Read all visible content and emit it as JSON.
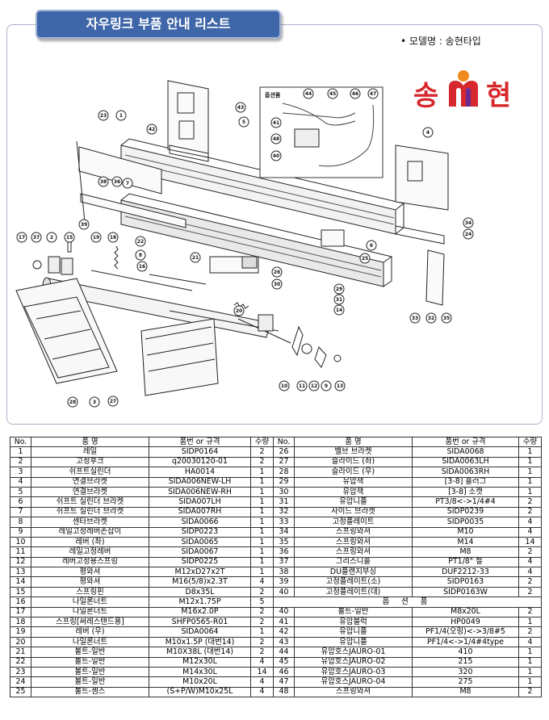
{
  "header": {
    "title": "자우링크 부품 안내 리스트",
    "model": "• 모델명 : 송현타입"
  },
  "logo": {
    "chars": [
      "송",
      "현"
    ],
    "colors": {
      "red": "#d6282d",
      "orange": "#f08a1c",
      "purple": "#6a2c91"
    }
  },
  "diagram": {
    "option_label": "옵션품",
    "callouts": [
      "1",
      "2",
      "3",
      "4",
      "5",
      "6",
      "7",
      "8",
      "9",
      "10",
      "11",
      "12",
      "13",
      "14",
      "15",
      "16",
      "17",
      "18",
      "19",
      "20",
      "21",
      "22",
      "23",
      "24",
      "25",
      "26",
      "27",
      "28",
      "29",
      "30",
      "31",
      "32",
      "33",
      "34",
      "35",
      "36",
      "37",
      "38",
      "39",
      "40",
      "41",
      "42",
      "43",
      "44",
      "45",
      "46",
      "47",
      "48"
    ]
  },
  "table": {
    "headers": [
      "No.",
      "품 명",
      "품번 or 규격",
      "수량",
      "No.",
      "품 명",
      "품번 or 규격",
      "수량"
    ],
    "left_rows": [
      [
        "1",
        "레일",
        "SIDP0164",
        "2"
      ],
      [
        "2",
        "고정후크",
        "q20030120-01",
        "2"
      ],
      [
        "3",
        "쉬프트실린더",
        "HA0014",
        "1"
      ],
      [
        "4",
        "연결브라켓",
        "SIDA006NEW-LH",
        "1"
      ],
      [
        "5",
        "연결브라켓",
        "SIDA006NEW-RH",
        "1"
      ],
      [
        "6",
        "쉬프트 실린더 브라켓",
        "SIDA007LH",
        "1"
      ],
      [
        "7",
        "쉬프트 실린더 브라켓",
        "SIDA007RH",
        "1"
      ],
      [
        "8",
        "센타브라켓",
        "SIDA0066",
        "1"
      ],
      [
        "9",
        "레일고정레버손잡이",
        "SIDP0223",
        "1"
      ],
      [
        "10",
        "레버 (좌)",
        "SIDA0065",
        "1"
      ],
      [
        "11",
        "레일고정레버",
        "SIDA0067",
        "1"
      ],
      [
        "12",
        "레버고정용스프링",
        "SIDP0225",
        "1"
      ],
      [
        "13",
        "평와셔",
        "M12xD27x2T",
        "1"
      ],
      [
        "14",
        "평와셔",
        "M16(5/8)x2.3T",
        "4"
      ],
      [
        "15",
        "스프링핀",
        "D8x35L",
        "2"
      ],
      [
        "16",
        "나일론너트",
        "M12x1.75P",
        "5"
      ],
      [
        "17",
        "나일론너트",
        "M16x2.0P",
        "2"
      ],
      [
        "18",
        "스프링[써레스탠드용]",
        "SHFP0565-R01",
        "2"
      ],
      [
        "19",
        "레버 (우)",
        "SIDA0064",
        "1"
      ],
      [
        "20",
        "나일론너트",
        "M10x1.5P (대번14)",
        "2"
      ],
      [
        "21",
        "볼트-일반",
        "M10X38L (대번14)",
        "2"
      ],
      [
        "22",
        "볼트-일반",
        "M12x30L",
        "4"
      ],
      [
        "23",
        "볼트-일반",
        "M14x30L",
        "14"
      ],
      [
        "24",
        "볼트-일반",
        "M10x20L",
        "4"
      ],
      [
        "25",
        "볼트-셈스",
        "(S+P/W)M10x25L",
        "4"
      ]
    ],
    "right_rows": [
      [
        "26",
        "밸브 브라켓",
        "SIDA0068",
        "1"
      ],
      [
        "27",
        "슬라이드 (좌)",
        "SIDA0063LH",
        "1"
      ],
      [
        "28",
        "슬라이드 (우)",
        "SIDA0063RH",
        "1"
      ],
      [
        "29",
        "유압잭",
        "[3-8] 플러그",
        "1"
      ],
      [
        "30",
        "유압잭",
        "[3-8] 소캣",
        "1"
      ],
      [
        "31",
        "유압니플",
        "PT3/8<->1/4#4",
        "2"
      ],
      [
        "32",
        "사이드 브라켓",
        "SIDP0239",
        "2"
      ],
      [
        "33",
        "고정플레이트",
        "SIDP0035",
        "4"
      ],
      [
        "34",
        "스프링와셔",
        "M10",
        "4"
      ],
      [
        "35",
        "스프링와셔",
        "M14",
        "14"
      ],
      [
        "36",
        "스프링와셔",
        "M8",
        "2"
      ],
      [
        "37",
        "그리스니플",
        "PT1/8\" 철",
        "4"
      ],
      [
        "38",
        "DU플랜지부싱",
        "DUF2212-33",
        "4"
      ],
      [
        "39",
        "고정플레이트(소)",
        "SIDP0163",
        "2"
      ],
      [
        "40",
        "고정플레이트(대)",
        "SIDP0163W",
        "2"
      ]
    ],
    "option_header": "옵 션 품",
    "option_rows": [
      [
        "40",
        "볼트-일반",
        "M8x20L",
        "2"
      ],
      [
        "41",
        "유압블럭",
        "HP0049",
        "1"
      ],
      [
        "42",
        "유압니플",
        "PF1/4(오링)<->3/8#5",
        "2"
      ],
      [
        "43",
        "유압니플",
        "PF1/4<->1/4#4type",
        "4"
      ],
      [
        "44",
        "유압호스JAURO-01",
        "410",
        "1"
      ],
      [
        "45",
        "유압호스JAURO-02",
        "215",
        "1"
      ],
      [
        "46",
        "유압호스JAURO-03",
        "320",
        "1"
      ],
      [
        "47",
        "유압호스JAURO-04",
        "275",
        "1"
      ],
      [
        "48",
        "스프링와셔",
        "M8",
        "2"
      ]
    ]
  }
}
